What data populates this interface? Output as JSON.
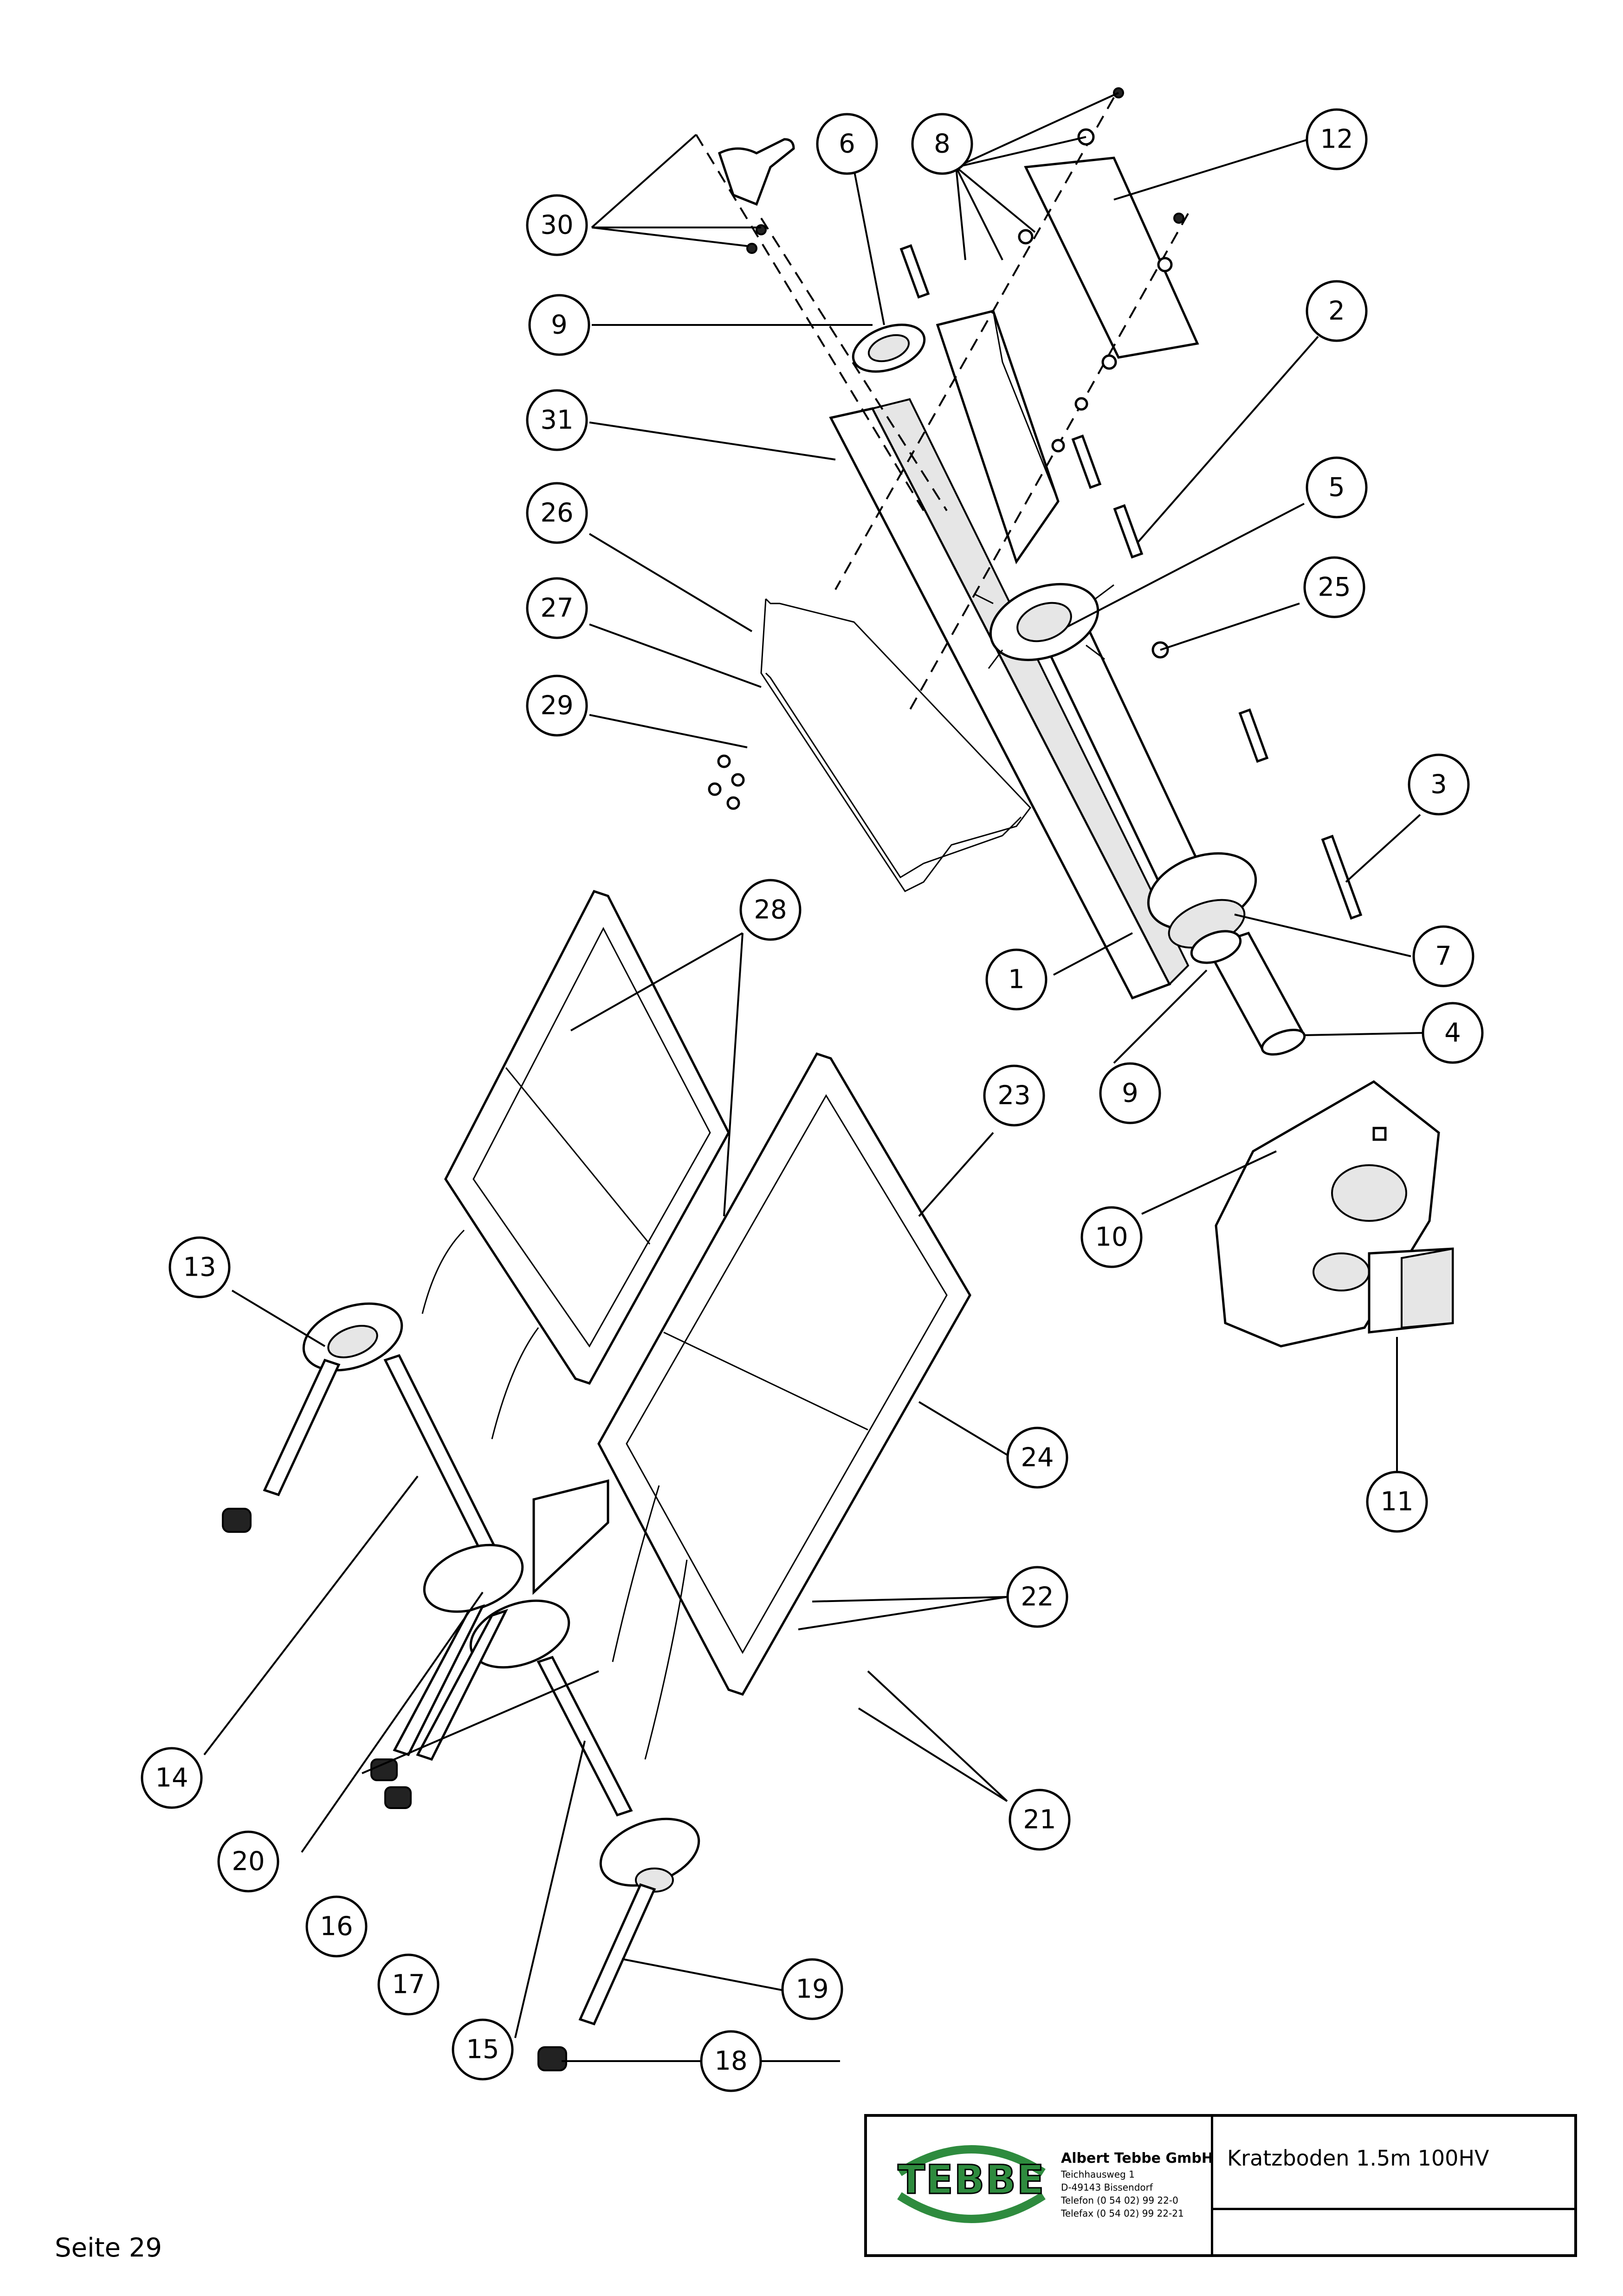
{
  "page": {
    "page_label": "Seite 29"
  },
  "title_block": {
    "logo_text": "TEBBE",
    "company": "Albert Tebbe GmbH",
    "street": "Teichhausweg 1",
    "city": "D-49143 Bissendorf",
    "phone": "Telefon (0 54 02) 99 22-0",
    "fax": "Telefax (0 54 02) 99 22-21",
    "drawing_title": "Kratzboden 1.5m 100HV"
  },
  "colors": {
    "logo_green": "#2e8b3e",
    "ink": "#000000"
  },
  "callouts": [
    {
      "id": "1",
      "label": "1"
    },
    {
      "id": "2",
      "label": "2"
    },
    {
      "id": "3",
      "label": "3"
    },
    {
      "id": "4",
      "label": "4"
    },
    {
      "id": "5",
      "label": "5"
    },
    {
      "id": "6",
      "label": "6"
    },
    {
      "id": "7",
      "label": "7"
    },
    {
      "id": "8",
      "label": "8"
    },
    {
      "id": "9a",
      "label": "9"
    },
    {
      "id": "9b",
      "label": "9"
    },
    {
      "id": "10",
      "label": "10"
    },
    {
      "id": "11",
      "label": "11"
    },
    {
      "id": "12",
      "label": "12"
    },
    {
      "id": "13",
      "label": "13"
    },
    {
      "id": "14",
      "label": "14"
    },
    {
      "id": "15",
      "label": "15"
    },
    {
      "id": "16",
      "label": "16"
    },
    {
      "id": "17",
      "label": "17"
    },
    {
      "id": "18",
      "label": "18"
    },
    {
      "id": "19",
      "label": "19"
    },
    {
      "id": "20",
      "label": "20"
    },
    {
      "id": "21",
      "label": "21"
    },
    {
      "id": "22",
      "label": "22"
    },
    {
      "id": "23",
      "label": "23"
    },
    {
      "id": "24",
      "label": "24"
    },
    {
      "id": "25",
      "label": "25"
    },
    {
      "id": "26",
      "label": "26"
    },
    {
      "id": "27",
      "label": "27"
    },
    {
      "id": "28",
      "label": "28"
    },
    {
      "id": "29",
      "label": "29"
    },
    {
      "id": "30",
      "label": "30"
    },
    {
      "id": "31",
      "label": "31"
    }
  ]
}
